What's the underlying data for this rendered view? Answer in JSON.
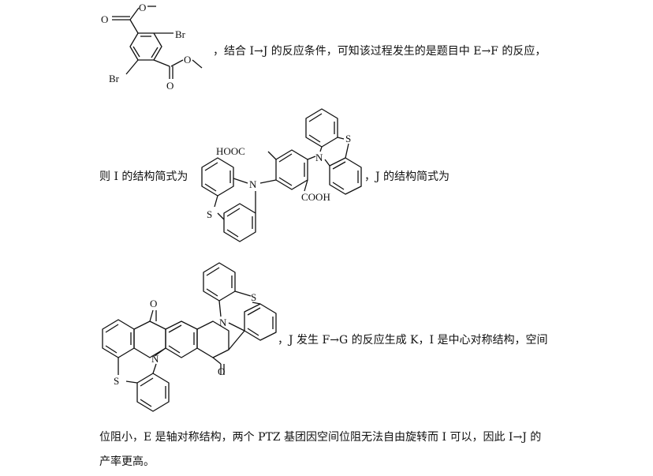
{
  "paragraph1_tail": "，结合 I→J 的反应条件，可知该过程发生的是题目中 E→F 的反应，",
  "paragraph2_lead": "则 I 的结构简式为",
  "paragraph2_tail": "，J 的结构简式为",
  "paragraph3_tail": "，J 发生 F→G 的反应生成 K，I 是中心对称结构，空间",
  "paragraph4": "位阻小，E 是轴对称结构，两个 PTZ 基团因空间位阻无法自由旋转而 I 可以，因此 I→J 的",
  "paragraph5": "产率更高。",
  "structure_E_labels": {
    "o1": "O",
    "o2": "O",
    "o3": "O",
    "o4": "O",
    "br1": "Br",
    "br2": "Br"
  },
  "structure_I_labels": {
    "cooh1": "HOOC",
    "cooh2": "COOH",
    "n1": "N",
    "n2": "N",
    "s1": "S",
    "s2": "S"
  },
  "structure_J_labels": {
    "o1": "O",
    "o2": "O",
    "n1": "N",
    "n2": "N",
    "s1": "S",
    "s2": "S"
  }
}
